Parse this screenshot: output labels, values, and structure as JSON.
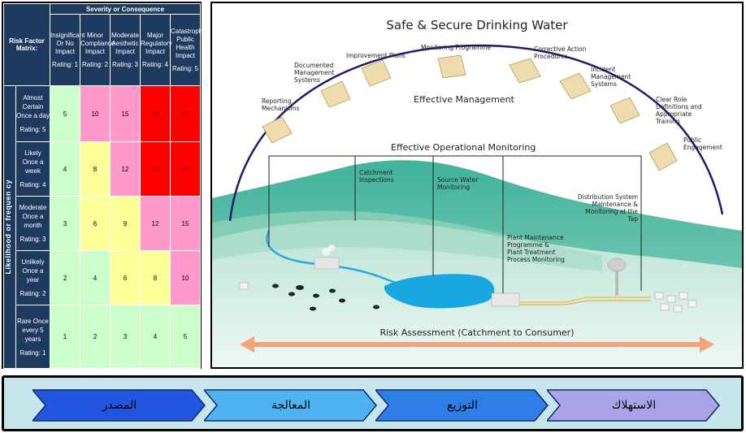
{
  "matrix": {
    "corner_label": "Risk Factor Matrix:",
    "severity_header": "Severity or Consequence",
    "likelihood_label": "Likelihood or frequen cy",
    "columns": [
      {
        "line1": "Insignificant Or No Impact",
        "rating": "Rating: 1"
      },
      {
        "line1": "Minor Compliance Impact",
        "rating": "Rating: 2"
      },
      {
        "line1": "Moderate Aesthetic Impact",
        "rating": "Rating: 3"
      },
      {
        "line1": "Major Regulatory Impact",
        "rating": "Rating: 4"
      },
      {
        "line1": "Catastrophic Public Health Impact",
        "rating": "Rating: 5"
      }
    ],
    "rows": [
      {
        "label": "Almost Certain Once a day",
        "rating": "Rating: 5",
        "cells": [
          {
            "v": "5",
            "c": "green"
          },
          {
            "v": "10",
            "c": "pink"
          },
          {
            "v": "15",
            "c": "pink"
          },
          {
            "v": "20",
            "c": "red"
          },
          {
            "v": "25",
            "c": "red"
          }
        ]
      },
      {
        "label": "Likely Once a week",
        "rating": "Rating: 4",
        "cells": [
          {
            "v": "4",
            "c": "green"
          },
          {
            "v": "8",
            "c": "yellow"
          },
          {
            "v": "12",
            "c": "pink"
          },
          {
            "v": "16",
            "c": "red"
          },
          {
            "v": "20",
            "c": "red"
          }
        ]
      },
      {
        "label": "Moderate Once a month",
        "rating": "Rating: 3",
        "cells": [
          {
            "v": "3",
            "c": "green"
          },
          {
            "v": "6",
            "c": "yellow"
          },
          {
            "v": "9",
            "c": "yellow"
          },
          {
            "v": "12",
            "c": "pink"
          },
          {
            "v": "15",
            "c": "pink"
          }
        ]
      },
      {
        "label": "Unlikely Once a year",
        "rating": "Rating: 2",
        "cells": [
          {
            "v": "2",
            "c": "green"
          },
          {
            "v": "4",
            "c": "green"
          },
          {
            "v": "6",
            "c": "yellow"
          },
          {
            "v": "8",
            "c": "yellow"
          },
          {
            "v": "10",
            "c": "pink"
          }
        ]
      },
      {
        "label": "Rare Once every 5 years",
        "rating": "Rating: 1",
        "cells": [
          {
            "v": "1",
            "c": "green"
          },
          {
            "v": "2",
            "c": "green"
          },
          {
            "v": "3",
            "c": "green"
          },
          {
            "v": "4",
            "c": "green"
          },
          {
            "v": "5",
            "c": "green"
          }
        ]
      }
    ],
    "colors": {
      "header": "#1f3a5f",
      "green": "#ccffcc",
      "yellow": "#ffff99",
      "pink": "#ff99cc",
      "red": "#ff0000"
    }
  },
  "diagram": {
    "title": "Safe & Secure Drinking Water",
    "effective_management": "Effective Management",
    "effective_operational": "Effective Operational Monitoring",
    "risk_assessment": "Risk Assessment (Catchment to Consumer)",
    "arc_labels": {
      "reporting": "Reporting Mechanisms",
      "documented": "Documented Management Systems",
      "improvement": "Improvement Plans",
      "monitoring_programme": "Monitoring Programme",
      "corrective": "Corrective Action Procedures",
      "incident": "Incident Management Systems",
      "clear_role": "Clear Role Definitions and Appropriate Training",
      "public": "Public Engagement"
    },
    "monitoring_labels": {
      "catchment": "Catchment Inspections",
      "source_water": "Source Water Monitoring",
      "plant": "Plant Maintenance Programme & Plant Treatment Process Monitoring",
      "distribution": "Distribution System Maintenance & Monitoring at the Tap"
    }
  },
  "process": {
    "steps": [
      "المصدر",
      "المعالجة",
      "التوزيع",
      "الاستهلاك"
    ],
    "colors": [
      "#2255e0",
      "#4fb3f2",
      "#2f7de6",
      "#a9a4e8"
    ]
  }
}
